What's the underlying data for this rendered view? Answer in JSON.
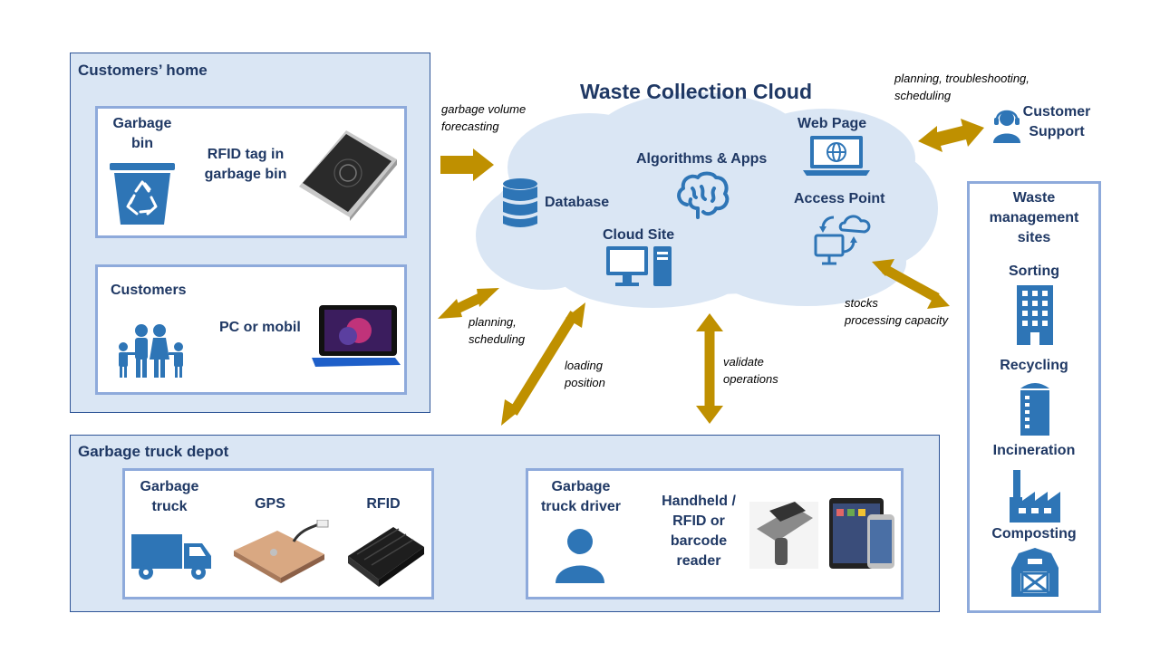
{
  "colors": {
    "icon_blue": "#2e75b6",
    "arrow_gold": "#bf9000",
    "panel_fill": "#dae6f4",
    "card_border": "#8eaadb",
    "text_navy": "#1f3864"
  },
  "customers_home": {
    "title": "Customers’ home",
    "bin_card": {
      "bin_label": "Garbage\nbin",
      "rfid_label": "RFID tag in\ngarbage bin"
    },
    "customers_card": {
      "customers_label": "Customers",
      "device_label": "PC or mobil"
    }
  },
  "cloud": {
    "title": "Waste Collection Cloud",
    "database": "Database",
    "algorithms": "Algorithms & Apps",
    "cloud_site": "Cloud Site",
    "web_page": "Web Page",
    "access_point": "Access Point"
  },
  "notes": {
    "forecasting": "garbage volume\nforecasting",
    "planning_home": "planning,\nscheduling",
    "loading": "loading\nposition",
    "validate": "validate\noperations",
    "stocks": "stocks\nprocessing capacity",
    "support_tasks": "planning, troubleshooting,\nscheduling"
  },
  "customer_support": {
    "label": "Customer\nSupport"
  },
  "waste_sites": {
    "title": "Waste\nmanagement\nsites",
    "sorting": "Sorting",
    "recycling": "Recycling",
    "incineration": "Incineration",
    "composting": "Composting"
  },
  "depot": {
    "title": "Garbage truck depot",
    "truck_label": "Garbage\ntruck",
    "gps_label": "GPS",
    "rfid_label": "RFID",
    "driver_label": "Garbage\ntruck driver",
    "handheld_label": "Handheld /\nRFID or\nbarcode\nreader"
  },
  "icons": [
    "recycle-bin-icon",
    "family-icon",
    "database-icon",
    "brain-icon",
    "computer-icon",
    "laptop-globe-icon",
    "sync-devices-icon",
    "headset-person-icon",
    "building-icon",
    "silo-icon",
    "factory-icon",
    "barn-icon",
    "truck-icon",
    "person-icon"
  ]
}
